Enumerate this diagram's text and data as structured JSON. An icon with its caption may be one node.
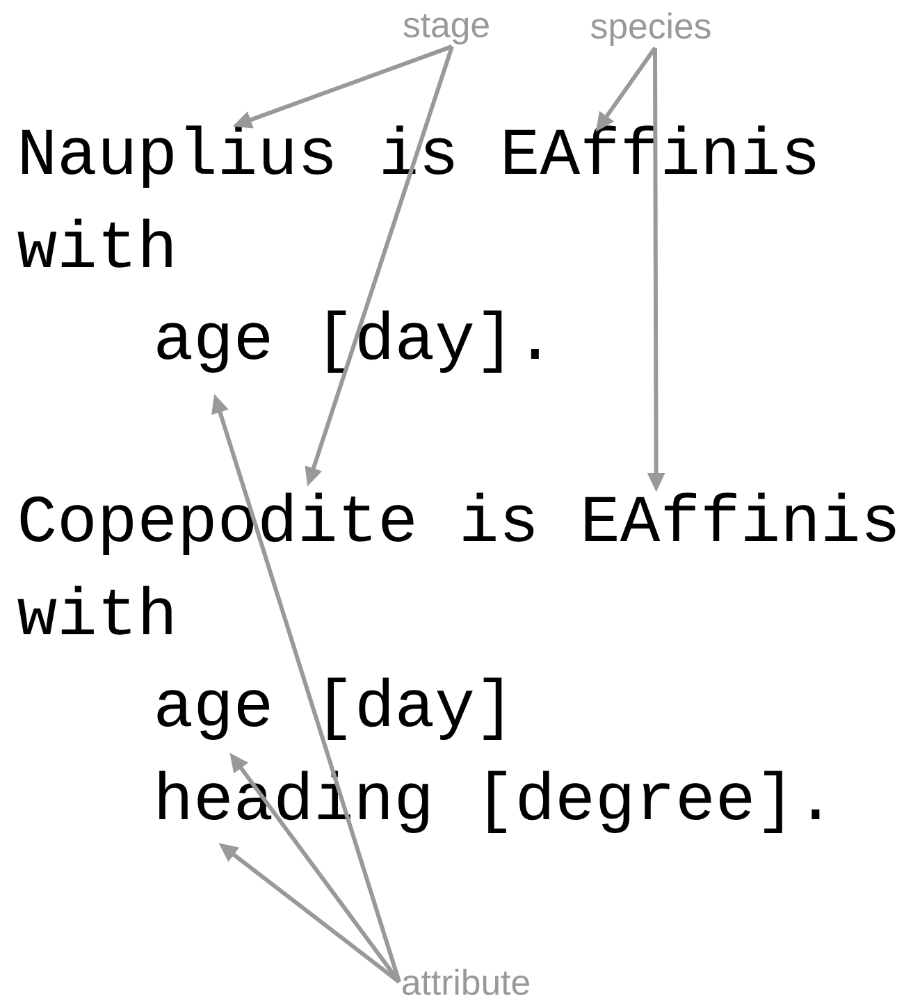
{
  "diagram": {
    "nodes": [
      {
        "text": [
          "stage"
        ]
      },
      {
        "text": [
          "species"
        ]
      },
      {
        "text": [
          "Nauplius"
        ]
      },
      {
        "text": [
          "EAffinis"
        ]
      },
      {
        "text": [
          "age"
        ]
      },
      {
        "text": [
          "Copepodite"
        ]
      },
      {
        "text": [
          "EAffinis"
        ]
      },
      {
        "text": [
          "age"
        ]
      },
      {
        "text": [
          "heading"
        ]
      },
      {
        "text": [
          "attribute"
        ]
      }
    ],
    "edges": [
      {
        "from": 0,
        "to": 2,
        "arrow": "to"
      },
      {
        "from": 0,
        "to": 5,
        "arrow": "to"
      },
      {
        "from": 1,
        "to": 3,
        "arrow": "to"
      },
      {
        "from": 1,
        "to": 6,
        "arrow": "to"
      },
      {
        "from": 9,
        "to": 4,
        "arrow": "to"
      },
      {
        "from": 9,
        "to": 7,
        "arrow": "to"
      },
      {
        "from": 9,
        "to": 8,
        "arrow": "to"
      }
    ],
    "labels": [
      "is",
      "with",
      "[day].",
      "is",
      "with",
      "[day]",
      "[degree]."
    ]
  }
}
